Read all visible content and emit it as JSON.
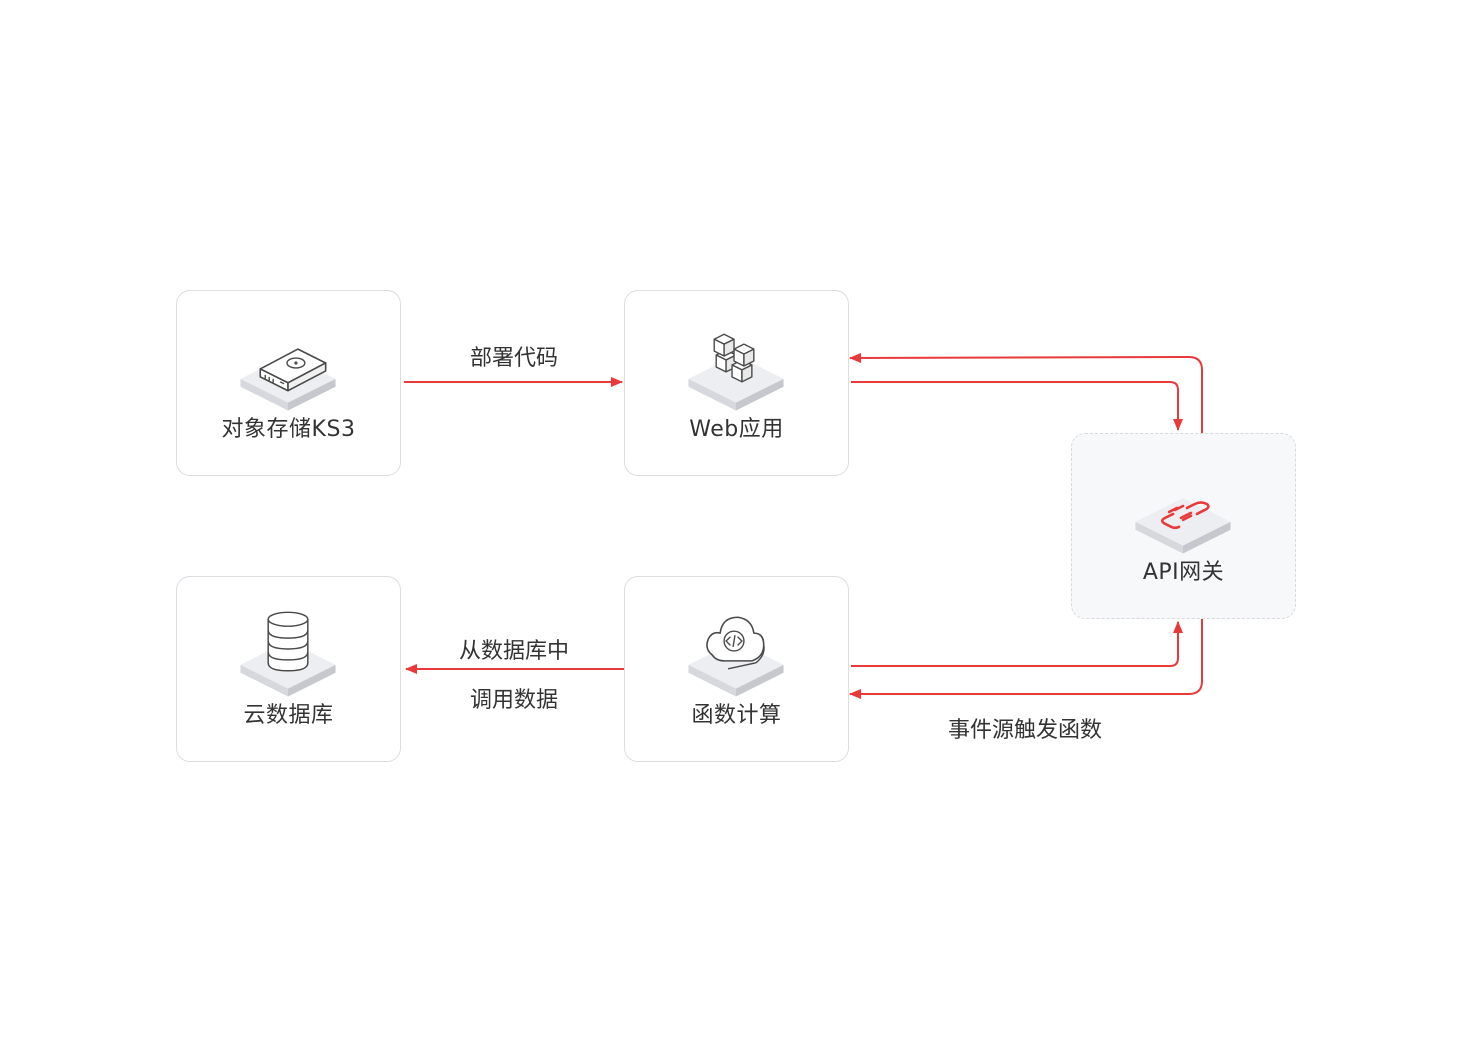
{
  "nodes": {
    "ks3": {
      "label": "对象存储KS3",
      "icon": "storage-server-icon"
    },
    "web": {
      "label": "Web应用",
      "icon": "cubes-icon"
    },
    "gateway": {
      "label": "API网关",
      "icon": "link-chain-icon"
    },
    "function": {
      "label": "函数计算",
      "icon": "cloud-code-icon"
    },
    "database": {
      "label": "云数据库",
      "icon": "database-icon"
    }
  },
  "edges": {
    "deploy_code": "部署代码",
    "fetch_from_db": "从数据库中",
    "invoke_data": "调用数据",
    "event_trigger": "事件源触发函数"
  },
  "colors": {
    "arrow": "#e8393b",
    "box_border": "#dcdde2",
    "text": "#333333",
    "platform": "#e3e4e8"
  }
}
